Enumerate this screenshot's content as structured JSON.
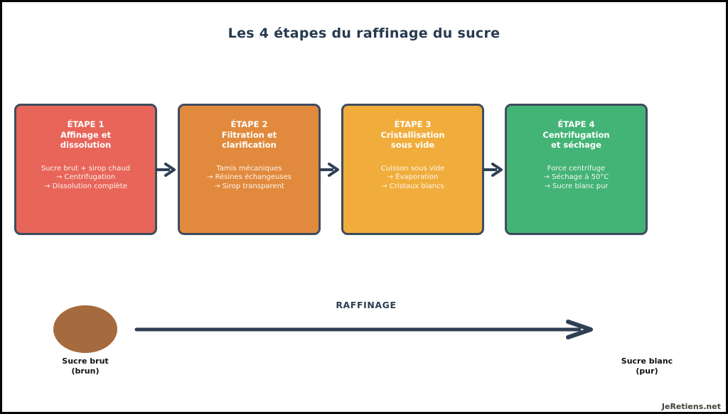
{
  "title": "Les 4 étapes du raffinage du sucre",
  "colors": {
    "accent_dark": "#2E4053",
    "box_border": "#3E4C5E",
    "step1": "#E8655A",
    "step2": "#E18A3D",
    "step3": "#F0AD3C",
    "step4": "#43B476",
    "raw_sugar_brown": "#A56A3E"
  },
  "steps": [
    {
      "title_lines": [
        "ÉTAPE 1",
        "Affinage et",
        "dissolution"
      ],
      "body_lines": [
        "Sucre brut + sirop chaud",
        "→ Centrifugation",
        "→ Dissolution complète"
      ],
      "color": "#E8655A"
    },
    {
      "title_lines": [
        "ÉTAPE 2",
        "Filtration et",
        "clarification"
      ],
      "body_lines": [
        "Tamis mécaniques",
        "→ Résines échangeuses",
        "→ Sirop transparent"
      ],
      "color": "#E18A3D"
    },
    {
      "title_lines": [
        "ÉTAPE 3",
        "Cristallisation",
        "sous vide"
      ],
      "body_lines": [
        "Cuisson sous vide",
        "→ Évaporation",
        "→ Cristaux blancs"
      ],
      "color": "#F0AD3C"
    },
    {
      "title_lines": [
        "ÉTAPE 4",
        "Centrifugation",
        "et séchage"
      ],
      "body_lines": [
        "Force centrifuge",
        "→ Séchage à 50°C",
        "→ Sucre blanc pur"
      ],
      "color": "#43B476"
    }
  ],
  "flow": {
    "label": "RAFFINAGE"
  },
  "start_state": {
    "label_lines": [
      "Sucre brut",
      "(brun)"
    ],
    "color": "#A56A3E"
  },
  "end_state": {
    "label_lines": [
      "Sucre blanc",
      "(pur)"
    ]
  },
  "watermark": "JeRetiens.net"
}
